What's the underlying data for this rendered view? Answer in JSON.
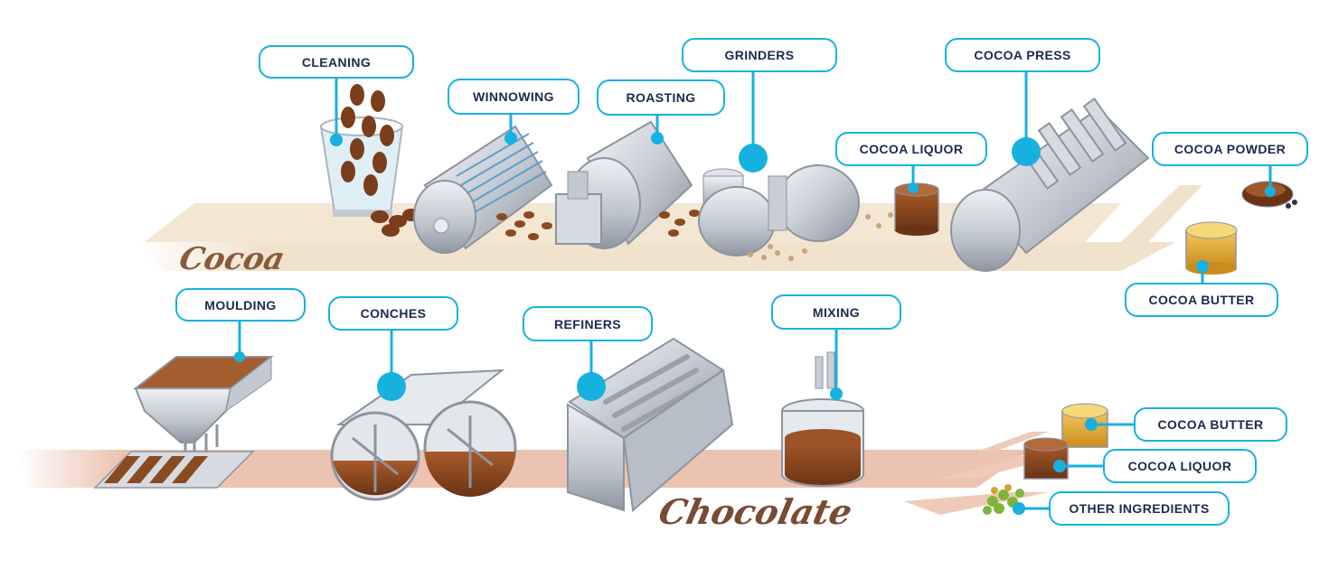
{
  "process_labels": {
    "cleaning": "CLEANING",
    "winnowing": "WINNOWING",
    "roasting": "ROASTING",
    "grinders": "GRINDERS",
    "cocoa_liquor_top": "COCOA LIQUOR",
    "cocoa_press": "COCOA PRESS",
    "cocoa_powder": "COCOA POWDER",
    "cocoa_butter_top": "COCOA BUTTER",
    "moulding": "MOULDING",
    "conches": "CONCHES",
    "refiners": "REFINERS",
    "mixing": "MIXING",
    "cocoa_butter_bottom": "COCOA BUTTER",
    "cocoa_liquor_bottom": "COCOA LIQUOR",
    "other_ingredients": "OTHER INGREDIENTS"
  },
  "belt_words": {
    "cocoa": "Cocoa",
    "chocolate": "Chocolate"
  },
  "colors": {
    "accent": "#17b1e0",
    "label_text": "#1b2a4e",
    "cocoa_belt": "#f1e4cf",
    "chocolate_belt": "#edc6b5",
    "metal": "#c9ced6",
    "cocoa_brown": "#7a3f1a",
    "butter_yellow": "#e8b13a"
  }
}
